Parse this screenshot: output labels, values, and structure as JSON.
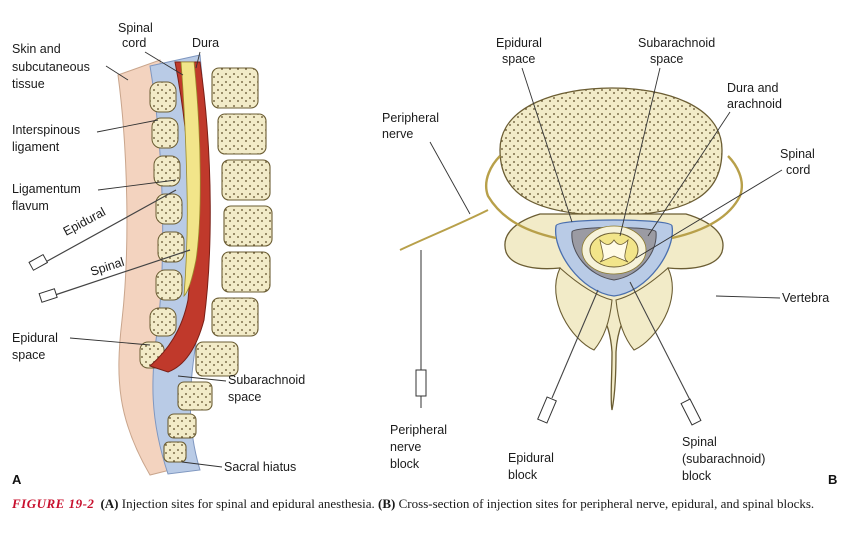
{
  "panel_a": {
    "letter": "A",
    "labels": {
      "spinal_cord": [
        "Spinal",
        "cord"
      ],
      "dura": "Dura",
      "skin": [
        "Skin and",
        "subcutaneous",
        "tissue"
      ],
      "interspinous": [
        "Interspinous",
        "ligament"
      ],
      "ligamentum": [
        "Ligamentum",
        "flavum"
      ],
      "needle_epidural": "Epidural",
      "needle_spinal": "Spinal",
      "epidural_space": [
        "Epidural",
        "space"
      ],
      "subarachnoid": [
        "Subarachnoid",
        "space"
      ],
      "sacral_hiatus": "Sacral hiatus"
    }
  },
  "panel_b": {
    "letter": "B",
    "labels": {
      "epidural_space": [
        "Epidural",
        "space"
      ],
      "subarachnoid_space": [
        "Subarachnoid",
        "space"
      ],
      "dura_arachnoid": [
        "Dura and",
        "arachnoid"
      ],
      "peripheral_nerve": [
        "Peripheral",
        "nerve"
      ],
      "spinal_cord": [
        "Spinal",
        "cord"
      ],
      "vertebra": "Vertebra",
      "peripheral_block": [
        "Peripheral",
        "nerve",
        "block"
      ],
      "epidural_block": [
        "Epidural",
        "block"
      ],
      "spinal_block": [
        "Spinal",
        "(subarachnoid)",
        "block"
      ]
    }
  },
  "caption": {
    "figure": "FIGURE 19-2",
    "part_a_letter": "(A)",
    "part_a_text": " Injection sites for spinal and epidural anesthesia. ",
    "part_b_letter": "(B)",
    "part_b_text": " Cross-section of injection sites for peripheral nerve, epidural, and spinal blocks."
  },
  "colors": {
    "bone": "#f2ebc8",
    "bone_outline": "#6b5d33",
    "marrow_dots": "#5a4a26",
    "skin": "#f3d3bf",
    "ligament": "#b9cbe6",
    "dura": "#c0392b",
    "cord": "#f2e58a",
    "caption_accent": "#c8102e"
  }
}
